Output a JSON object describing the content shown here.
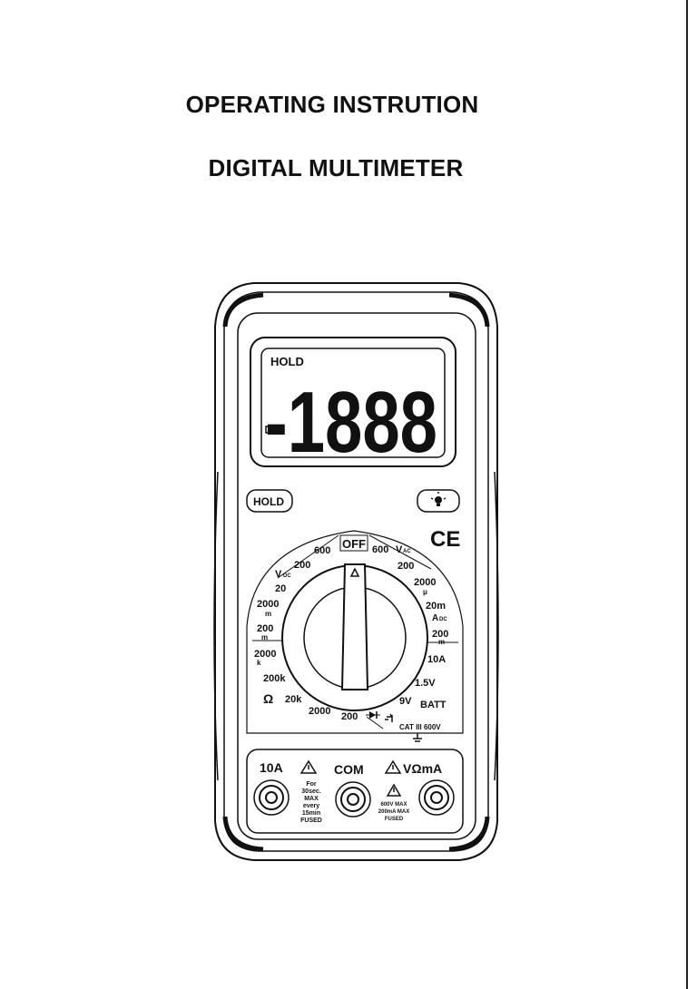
{
  "header": {
    "title_line1": "OPERATING INSTRUTION",
    "title_line2": "DIGITAL MULTIMETER"
  },
  "meter": {
    "display": {
      "hold_indicator": "HOLD",
      "reading": "-1888"
    },
    "buttons": {
      "hold": "HOLD",
      "backlight_icon": "bulb-icon"
    },
    "ce_mark": "CE",
    "dial": {
      "off": "OFF",
      "vdc_label": "V",
      "vdc_sub": "DC",
      "vac_label": "V",
      "vac_sub": "AC",
      "adc_label": "A",
      "adc_sub": "DC",
      "ranges": {
        "v600_left": "600",
        "v200_left": "200",
        "v20": "20",
        "v2000m": "2000",
        "v2000m_unit": "m",
        "v200m": "200",
        "v200m_unit": "m",
        "r2000k": "2000",
        "r2000k_unit": "k",
        "r200k": "200k",
        "ohm_symbol": "Ω",
        "r20k": "20k",
        "r2000": "2000",
        "r200": "200",
        "vac600": "600",
        "vac200": "200",
        "a2000u": "2000",
        "a2000u_unit": "μ",
        "a20m": "20m",
        "a200m": "200",
        "a200m_unit": "m",
        "a10": "10A",
        "batt15": "1.5V",
        "batt9": "9V",
        "batt": "BATT"
      },
      "cat_rating": "CAT III 600V"
    },
    "jacks": {
      "j10a": "10A",
      "com": "COM",
      "vohm": "VΩmA",
      "note_10a": [
        "For",
        "30sec.",
        "MAX",
        "every",
        "15min",
        "FUSED"
      ],
      "note_vohm": [
        "600V MAX",
        "200mA MAX",
        "FUSED"
      ]
    }
  }
}
